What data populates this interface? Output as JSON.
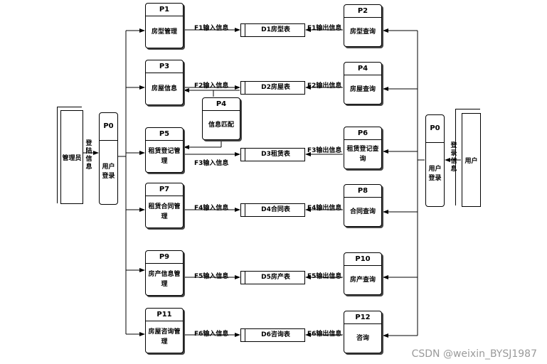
{
  "processes": [
    {
      "key": "p1",
      "id": "P1",
      "name": "房型管理"
    },
    {
      "key": "p2",
      "id": "P2",
      "name": "房型查询"
    },
    {
      "key": "p3",
      "id": "P3",
      "name": "房屋信息"
    },
    {
      "key": "p4",
      "id": "P4",
      "name": "房屋查询"
    },
    {
      "key": "p4b",
      "id": "P4",
      "name": "信息匹配"
    },
    {
      "key": "p5",
      "id": "P5",
      "name": "租赁登记管理"
    },
    {
      "key": "p6",
      "id": "P6",
      "name": "租赁登记查询"
    },
    {
      "key": "p7",
      "id": "P7",
      "name": "租赁合同管理"
    },
    {
      "key": "p8",
      "id": "P8",
      "name": "合同查询"
    },
    {
      "key": "p9",
      "id": "P9",
      "name": "房产信息管理"
    },
    {
      "key": "p10",
      "id": "P10",
      "name": "房产查询"
    },
    {
      "key": "p11",
      "id": "P11",
      "name": "房屋咨询管理"
    },
    {
      "key": "p12",
      "id": "P12",
      "name": "咨询"
    }
  ],
  "stores": [
    {
      "key": "d1",
      "name": "D1房型表"
    },
    {
      "key": "d2",
      "name": "D2房屋表"
    },
    {
      "key": "d3",
      "name": "D3租赁表"
    },
    {
      "key": "d4",
      "name": "D4合同表"
    },
    {
      "key": "d5",
      "name": "D5房产表"
    },
    {
      "key": "d6",
      "name": "D6咨询表"
    }
  ],
  "flows": [
    {
      "key": "f1in",
      "label": "F1输入信息"
    },
    {
      "key": "f1out",
      "label": "F1输出信息"
    },
    {
      "key": "f2in",
      "label": "F2输入信息"
    },
    {
      "key": "f2out",
      "label": "F2输出信息"
    },
    {
      "key": "f3in",
      "label": "F3输入信息"
    },
    {
      "key": "f3out",
      "label": "F3输出信息"
    },
    {
      "key": "f4in",
      "label": "F4输入信息"
    },
    {
      "key": "f4out",
      "label": "F4输出信息"
    },
    {
      "key": "f5in",
      "label": "F5输入信息"
    },
    {
      "key": "f5out",
      "label": "F5输出信息"
    },
    {
      "key": "f6in",
      "label": "F6输入信息"
    },
    {
      "key": "f6out",
      "label": "F6输出信息"
    }
  ],
  "left": {
    "entity": "管理员",
    "flow_label": "登陆信息",
    "p0_id": "P0",
    "p0_name": "用户登录"
  },
  "right": {
    "entity": "用户",
    "flow_label": "登录信息",
    "p0_id": "P0",
    "p0_name": "用户登录"
  },
  "watermark": "CSDN @weixin_BYSJ1987"
}
